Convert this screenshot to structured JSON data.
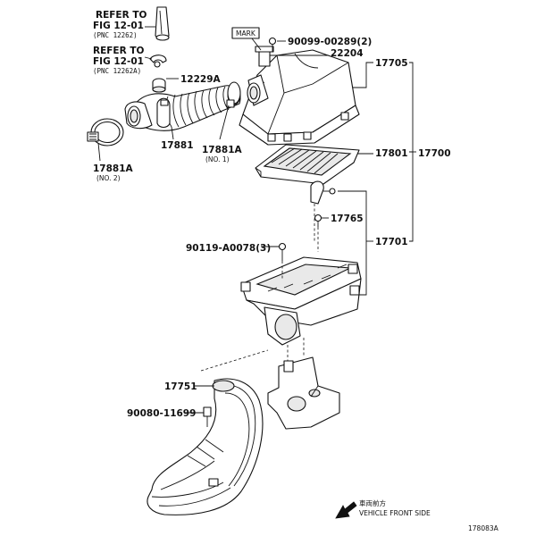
{
  "callouts": {
    "refer1": {
      "line1": "REFER TO",
      "line2": "FIG 12-01",
      "line3": "(PNC 12262)"
    },
    "refer2": {
      "line1": "REFER TO",
      "line2": "FIG 12-01",
      "line3": "(PNC 12262A)"
    },
    "mark_box": "MARK",
    "p90099": "90099-00289(2)",
    "p22204": "22204",
    "p12229A": "12229A",
    "p17705": "17705",
    "p17881": "17881",
    "p17881A_no1": {
      "num": "17881A",
      "sub": "(NO. 1)"
    },
    "p17881A_no2": {
      "num": "17881A",
      "sub": "(NO. 2)"
    },
    "p17801": "17801",
    "p17700": "17700",
    "p17765": "17765",
    "p17701": "17701",
    "p90119": "90119-A0078(3)",
    "p17751": "17751",
    "p90080": "90080-11699"
  },
  "direction": {
    "jp": "車両前方",
    "en": "VEHICLE FRONT SIDE"
  },
  "figure_code": "178083A"
}
